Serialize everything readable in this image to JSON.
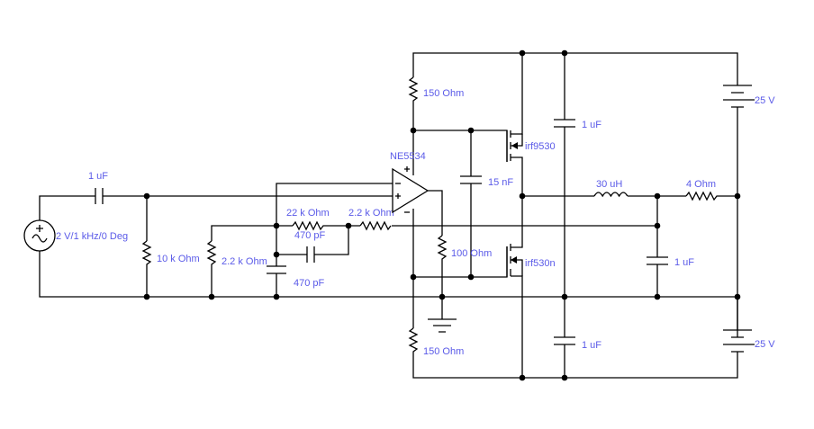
{
  "diagram": {
    "type": "circuit-schematic",
    "label_color": "#5a5ae8",
    "wire_color": "#000000",
    "components": {
      "source": {
        "kind": "ac-voltage-source",
        "label": "2 V/1 kHz/0 Deg",
        "polarity": "+"
      },
      "c_in": {
        "kind": "capacitor",
        "label": "1 uF"
      },
      "r_10k": {
        "kind": "resistor",
        "label": "10 k Ohm"
      },
      "r_2k2_shunt": {
        "kind": "resistor",
        "label": "2.2 k Ohm"
      },
      "r_22k": {
        "kind": "resistor",
        "label": "22 k Ohm"
      },
      "c_470_fb": {
        "kind": "capacitor",
        "label": "470 pF"
      },
      "c_470_gnd": {
        "kind": "capacitor",
        "label": "470 pF"
      },
      "r_2k2_fb": {
        "kind": "resistor",
        "label": "2.2 k Ohm"
      },
      "opamp": {
        "kind": "op-amp",
        "label": "NE5534",
        "plus": "+",
        "minus": "−"
      },
      "r_150_top": {
        "kind": "resistor",
        "label": "150  Ohm"
      },
      "r_150_bot": {
        "kind": "resistor",
        "label": "150  Ohm"
      },
      "r_100": {
        "kind": "resistor",
        "label": "100  Ohm"
      },
      "c_15n": {
        "kind": "capacitor",
        "label": "15 nF"
      },
      "q_p": {
        "kind": "p-mosfet",
        "label": "irf9530"
      },
      "q_n": {
        "kind": "n-mosfet",
        "label": "irf530n"
      },
      "c_1u_top": {
        "kind": "capacitor",
        "label": "1 uF"
      },
      "c_1u_bot": {
        "kind": "capacitor",
        "label": "1 uF"
      },
      "c_1u_out": {
        "kind": "capacitor",
        "label": "1 uF"
      },
      "l_30u": {
        "kind": "inductor",
        "label": "30 uH"
      },
      "r_load": {
        "kind": "resistor",
        "label": "4  Ohm"
      },
      "v_top": {
        "kind": "battery",
        "label": "25 V"
      },
      "v_bot": {
        "kind": "battery",
        "label": "25 V"
      },
      "ground": {
        "kind": "ground"
      }
    }
  }
}
